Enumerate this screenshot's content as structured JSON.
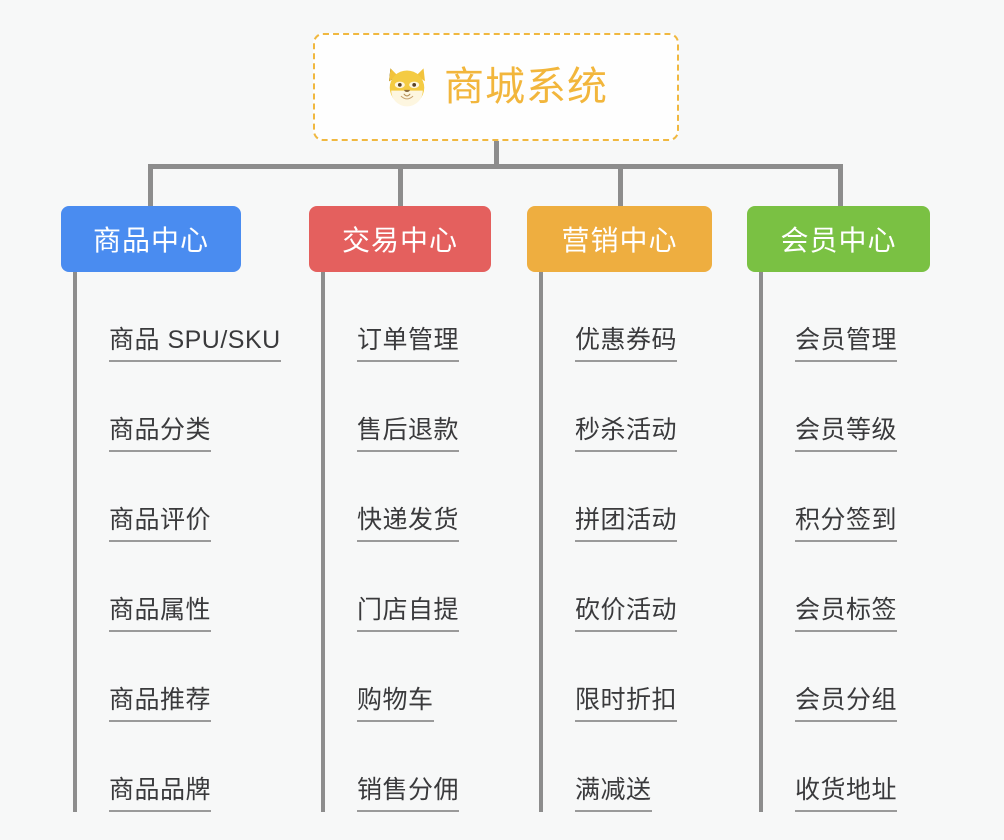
{
  "root": {
    "icon": "shiba-dog-face-icon",
    "title": "商城系统",
    "border_color": "#f0b840",
    "text_color": "#f2b63c"
  },
  "canvas": {
    "background": "#f7f8f8",
    "connector_color": "#8d8d8d"
  },
  "branches": [
    {
      "label": "商品中心",
      "color": "#4a8cf0",
      "items": [
        "商品 SPU/SKU",
        "商品分类",
        "商品评价",
        "商品属性",
        "商品推荐",
        "商品品牌"
      ]
    },
    {
      "label": "交易中心",
      "color": "#e4605e",
      "items": [
        "订单管理",
        "售后退款",
        "快递发货",
        "门店自提",
        "购物车",
        "销售分佣"
      ]
    },
    {
      "label": "营销中心",
      "color": "#eeae40",
      "items": [
        "优惠券码",
        "秒杀活动",
        "拼团活动",
        "砍价活动",
        "限时折扣",
        "满减送"
      ]
    },
    {
      "label": "会员中心",
      "color": "#7ac143",
      "items": [
        "会员管理",
        "会员等级",
        "积分签到",
        "会员标签",
        "会员分组",
        "收货地址"
      ]
    }
  ]
}
